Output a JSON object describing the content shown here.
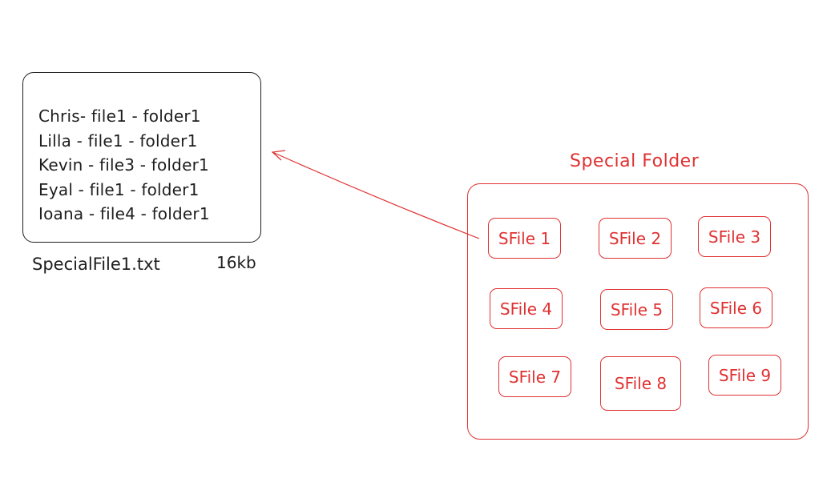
{
  "file_card": {
    "lines": [
      "Chris- file1 - folder1",
      "Lilla - file1 - folder1",
      "Kevin - file3 - folder1",
      "Eyal - file1 - folder1",
      "Ioana - file4 - folder1"
    ],
    "filename": "SpecialFile1.txt",
    "size": "16kb"
  },
  "folder": {
    "title": "Special Folder",
    "files": [
      "SFile 1",
      "SFile 2",
      "SFile 3",
      "SFile 4",
      "SFile 5",
      "SFile 6",
      "SFile 7",
      "SFile 8",
      "SFile 9"
    ]
  },
  "colors": {
    "ink": "#1e1e1e",
    "accent": "#e03131"
  }
}
